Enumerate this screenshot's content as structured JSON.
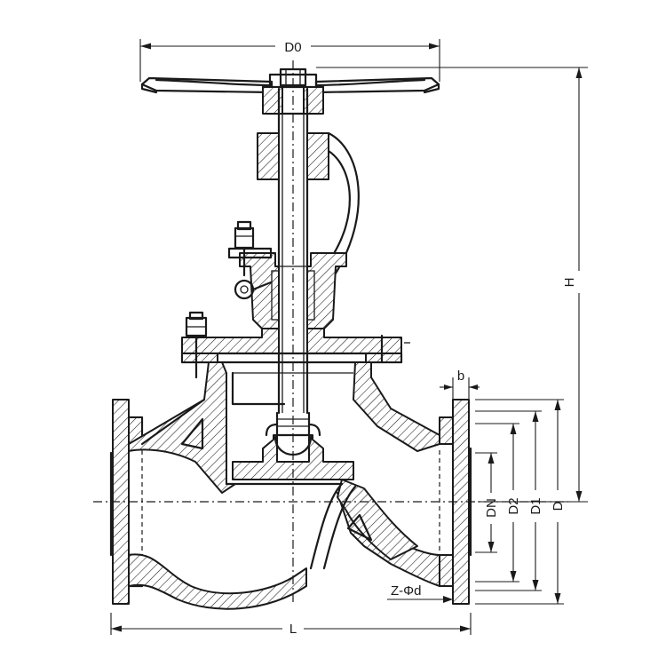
{
  "dimensions": {
    "handwheel_diameter": "D0",
    "height": "H",
    "length": "L",
    "nominal_diameter": "DN",
    "d2": "D2",
    "d1": "D1",
    "flange_diameter": "D",
    "flange_thickness": "b",
    "bolt_holes": "Z-Φd"
  },
  "colors": {
    "line": "#1a1a1a",
    "background": "#ffffff"
  }
}
